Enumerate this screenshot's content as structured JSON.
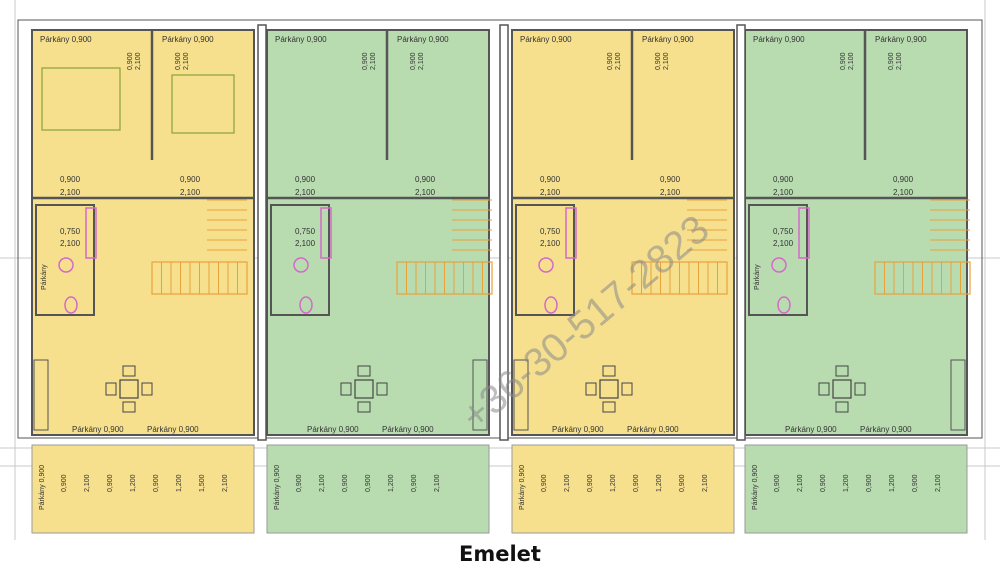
{
  "caption": "Emelet",
  "watermark": "+36-30-517-2823",
  "colors": {
    "unit_a": "#f6e08e",
    "unit_b": "#b8dcb0",
    "wall": "#555555",
    "stair": "#e8a23a",
    "bath": "#d46ac8",
    "dim": "#e07a5a"
  },
  "units": [
    {
      "color": "unit_a",
      "top_labels": [
        "Párkány 0,900",
        "Párkány 0,900"
      ],
      "top_dims": [
        "0,900",
        "2,100",
        "0,900",
        "2,100"
      ],
      "door_labels": [
        "0,900",
        "2,100",
        "0,900",
        "2,100"
      ],
      "bath_labels": [
        "0,750",
        "2,100"
      ],
      "wc_label": "Párkány",
      "bottom_labels": [
        "Párkány 0,900",
        "Párkány 0,900"
      ],
      "terrace_dims": [
        "0,900",
        "2,100",
        "0,900",
        "1,200",
        "0,900",
        "1,200",
        "1,500",
        "2,100"
      ],
      "terrace_side": "Párkány 0,900"
    },
    {
      "color": "unit_b",
      "top_labels": [
        "Párkány 0,900",
        "Párkány 0,900"
      ],
      "top_dims": [
        "0,900",
        "2,100",
        "0,900",
        "2,100"
      ],
      "door_labels": [
        "0,900",
        "2,100",
        "0,900",
        "2,100"
      ],
      "bath_labels": [
        "0,750",
        "2,100"
      ],
      "wc_label": "",
      "bottom_labels": [
        "Párkány 0,900",
        "Párkány 0,900"
      ],
      "terrace_dims": [
        "0,900",
        "2,100",
        "0,900",
        "0,900",
        "1,200",
        "0,900",
        "2,100"
      ],
      "terrace_side": "Párkány 0,900"
    },
    {
      "color": "unit_a",
      "top_labels": [
        "Párkány 0,900",
        "Párkány 0,900"
      ],
      "top_dims": [
        "0,900",
        "2,100",
        "0,900",
        "2,100"
      ],
      "door_labels": [
        "0,900",
        "2,100",
        "0,900",
        "2,100"
      ],
      "bath_labels": [
        "0,750",
        "2,100"
      ],
      "wc_label": "",
      "bottom_labels": [
        "Párkány 0,900",
        "Párkány 0,900"
      ],
      "terrace_dims": [
        "0,900",
        "2,100",
        "0,900",
        "1,200",
        "0,900",
        "1,200",
        "0,900",
        "2,100"
      ],
      "terrace_side": "Párkány 0,900"
    },
    {
      "color": "unit_b",
      "top_labels": [
        "Párkány 0,900",
        "Párkány 0,900"
      ],
      "top_dims": [
        "0,900",
        "2,100",
        "0,900",
        "2,100"
      ],
      "door_labels": [
        "0,900",
        "2,100",
        "0,900",
        "2,100"
      ],
      "bath_labels": [
        "0,750",
        "2,100"
      ],
      "wc_label": "Párkány",
      "bottom_labels": [
        "Párkány 0,900",
        "Párkány 0,900"
      ],
      "terrace_dims": [
        "0,900",
        "2,100",
        "0,900",
        "1,200",
        "0,900",
        "1,200",
        "0,900",
        "2,100"
      ],
      "terrace_side": "Párkány 0,900"
    }
  ]
}
